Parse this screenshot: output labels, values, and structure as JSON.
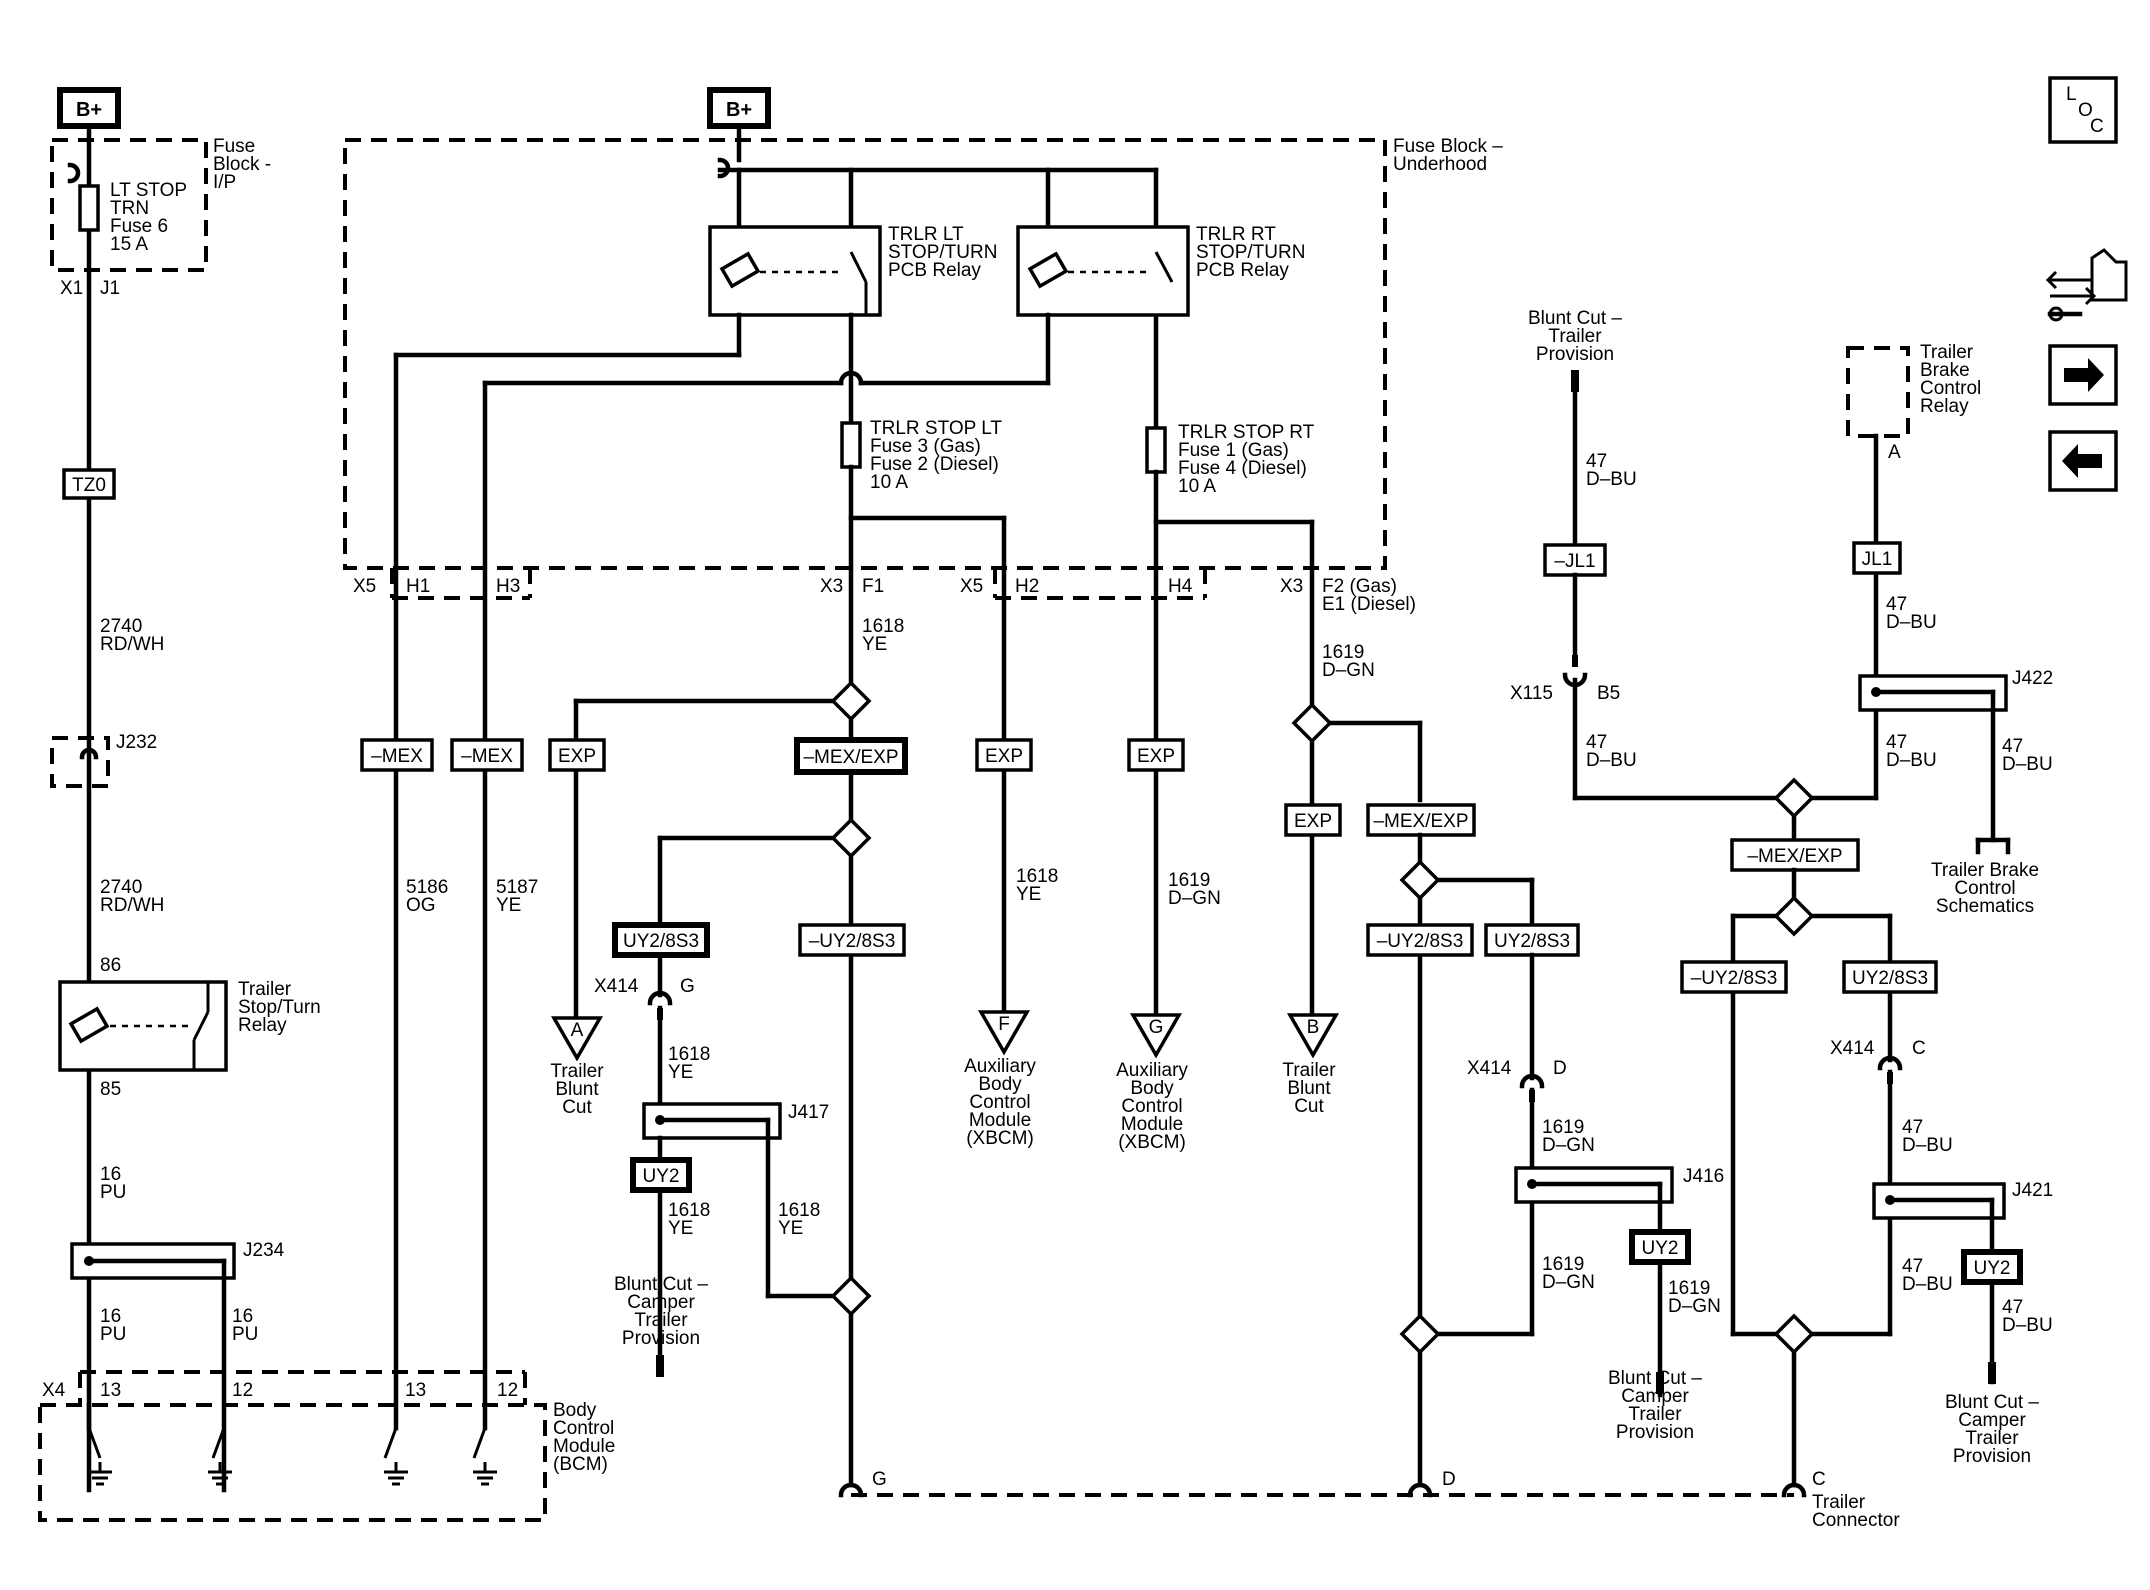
{
  "power": {
    "bplus_left": "B+",
    "bplus_right": "B+"
  },
  "fuse_blocks": {
    "ip": "Fuse Block - I/P",
    "ip_lines": [
      "Fuse",
      "Block -",
      "I/P"
    ],
    "underhood_lines": [
      "Fuse Block –",
      "Underhood"
    ]
  },
  "fuse6": [
    "LT STOP",
    "TRN",
    "Fuse 6",
    "15 A"
  ],
  "fuse_lt": [
    "TRLR STOP LT",
    "Fuse 3 (Gas)",
    "Fuse 2 (Diesel)",
    "10 A"
  ],
  "fuse_rt": [
    "TRLR STOP RT",
    "Fuse 1 (Gas)",
    "Fuse 4 (Diesel)",
    "10 A"
  ],
  "relay_lt": [
    "TRLR LT",
    "STOP/TURN",
    "PCB Relay"
  ],
  "relay_rt": [
    "TRLR RT",
    "STOP/TURN",
    "PCB Relay"
  ],
  "relay_trailer": [
    "Trailer",
    "Stop/Turn",
    "Relay"
  ],
  "relay_brake": [
    "Trailer",
    "Brake",
    "Control",
    "Relay"
  ],
  "connectors": {
    "x1": "X1",
    "j1": "J1",
    "tz0": "TZ0",
    "j232": "J232",
    "j234": "J234",
    "pin86": "86",
    "pin85": "85",
    "x5_left": "X5",
    "h1": "H1",
    "h3": "H3",
    "x3_f1": "X3",
    "f1": "F1",
    "x5_right": "X5",
    "h2": "H2",
    "h4": "H4",
    "x3_f2": "X3",
    "f2_lines": [
      "F2 (Gas)",
      "E1 (Diesel)"
    ],
    "x4": "X4",
    "p13a": "13",
    "p12a": "12",
    "p13b": "13",
    "p12b": "12",
    "x414_g": "X414",
    "g": "G",
    "j417": "J417",
    "x414_d": "X414",
    "d": "D",
    "j416": "J416",
    "x414_c": "X414",
    "c": "C",
    "j421": "J421",
    "x115": "X115",
    "b5": "B5",
    "j422": "J422",
    "pin_a": "A",
    "bottom_g": "G",
    "bottom_d": "D",
    "bottom_c": "C"
  },
  "options": {
    "mex1": "–MEX",
    "mex2": "–MEX",
    "exp1": "EXP",
    "mexexp1": "–MEX/EXP",
    "exp2": "EXP",
    "exp3": "EXP",
    "exp4": "EXP",
    "mexexp2": "–MEX/EXP",
    "mexexp3": "–MEX/EXP",
    "uy2_8s3_1": "UY2/8S3",
    "nuy2_8s3_1": "–UY2/8S3",
    "nuy2_8s3_2": "–UY2/8S3",
    "uy2_8s3_2": "UY2/8S3",
    "nuy2_8s3_3": "–UY2/8S3",
    "uy2_8s3_3": "UY2/8S3",
    "uy2_1": "UY2",
    "uy2_2": "UY2",
    "uy2_3": "UY2",
    "jl1_neg": "–JL1",
    "jl1": "JL1"
  },
  "wires": {
    "w2740a": [
      "2740",
      "RD/WH"
    ],
    "w2740b": [
      "2740",
      "RD/WH"
    ],
    "w16a": [
      "16",
      "PU"
    ],
    "w16b": [
      "16",
      "PU"
    ],
    "w16c": [
      "16",
      "PU"
    ],
    "w5186": [
      "5186",
      "OG"
    ],
    "w5187": [
      "5187",
      "YE"
    ],
    "w1618a": [
      "1618",
      "YE"
    ],
    "w1618b": [
      "1618",
      "YE"
    ],
    "w1618c": [
      "1618",
      "YE"
    ],
    "w1618d": [
      "1618",
      "YE"
    ],
    "w1618e": [
      "1618",
      "YE"
    ],
    "w1619a": [
      "1619",
      "D–GN"
    ],
    "w1619b": [
      "1619",
      "D–GN"
    ],
    "w1619c": [
      "1619",
      "D–GN"
    ],
    "w1619d": [
      "1619",
      "D–GN"
    ],
    "w1619e": [
      "1619",
      "D–GN"
    ],
    "w47a": [
      "47",
      "D–BU"
    ],
    "w47b": [
      "47",
      "D–BU"
    ],
    "w47c": [
      "47",
      "D–BU"
    ],
    "w47d": [
      "47",
      "D–BU"
    ],
    "w47e": [
      "47",
      "D–BU"
    ],
    "w47f": [
      "47",
      "D–BU"
    ],
    "w47g": [
      "47",
      "D–BU"
    ],
    "w47h": [
      "47",
      "D–BU"
    ]
  },
  "destinations": {
    "a_label": "A",
    "a": [
      "Trailer",
      "Blunt",
      "Cut"
    ],
    "f_label": "F",
    "f": [
      "Auxiliary",
      "Body",
      "Control",
      "Module",
      "(XBCM)"
    ],
    "g_label": "G",
    "g": [
      "Auxiliary",
      "Body",
      "Control",
      "Module",
      "(XBCM)"
    ],
    "b_label": "B",
    "b": [
      "Trailer",
      "Blunt",
      "Cut"
    ],
    "bc1": [
      "Blunt Cut –",
      "Camper",
      "Trailer",
      "Provision"
    ],
    "bc2": [
      "Blunt Cut –",
      "Camper",
      "Trailer",
      "Provision"
    ],
    "bc3": [
      "Blunt Cut –",
      "Camper",
      "Trailer",
      "Provision"
    ],
    "bc_trailer": [
      "Blunt Cut –",
      "Trailer",
      "Provision"
    ],
    "brake_schem": [
      "Trailer Brake",
      "Control",
      "Schematics"
    ],
    "bcm": [
      "Body",
      "Control",
      "Module",
      "(BCM)"
    ],
    "trailer_conn": [
      "Trailer",
      "Connector"
    ]
  },
  "nav": {
    "loc_l": "L",
    "loc_o": "O",
    "loc_c": "C"
  }
}
